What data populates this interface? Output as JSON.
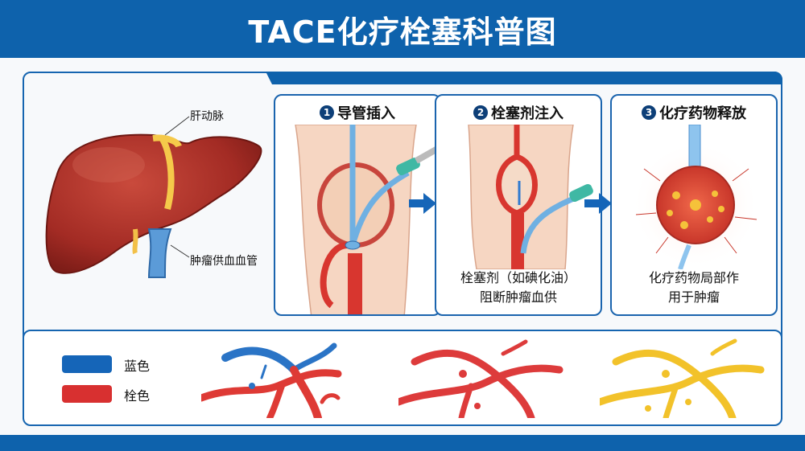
{
  "header": {
    "title": "TACE化疗栓塞科普图"
  },
  "liver": {
    "labels": {
      "artery": "肝动脉",
      "tumor_vessel": "肿瘤供血血管"
    }
  },
  "steps": [
    {
      "number": "1",
      "title": "导管插入",
      "caption_lines": []
    },
    {
      "number": "2",
      "title": "栓塞剂注入",
      "caption_lines": [
        "栓塞剂（如碘化油）",
        "阻断肿瘤血供"
      ]
    },
    {
      "number": "3",
      "title": "化疗药物释放",
      "caption_lines": [
        "化疗药物局部作",
        "用于肿瘤"
      ]
    }
  ],
  "legend": {
    "items": [
      {
        "label": "蓝色",
        "color": "#1565b8"
      },
      {
        "label": "栓色",
        "color": "#d83030"
      }
    ]
  },
  "vessel_panels": [
    {
      "name": "blue-red-vessels",
      "colors": [
        "#2a74c6",
        "#de3a35"
      ]
    },
    {
      "name": "red-vessels",
      "colors": [
        "#dd3b3b"
      ]
    },
    {
      "name": "yellow-vessels",
      "colors": [
        "#f2c22a"
      ]
    }
  ],
  "colors": {
    "brand_blue": "#0e62ac",
    "artery_red": "#d8362f",
    "catheter_blue": "#6fb0e2",
    "liver": "#a8322a"
  }
}
